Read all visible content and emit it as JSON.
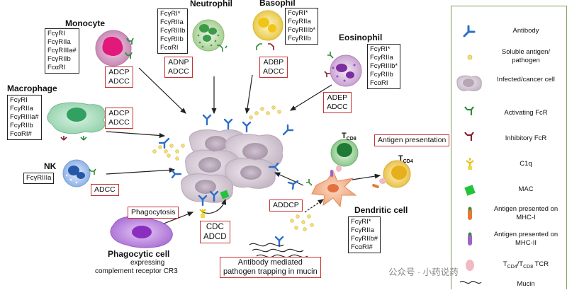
{
  "cells": {
    "monocyte": {
      "title": "Monocyte",
      "receptors": [
        "FcγRI",
        "FcγRIIa",
        "FcγRIIIa#",
        "FcγRIIb",
        "FcαRI"
      ],
      "functions": [
        "ADCP",
        "ADCC"
      ]
    },
    "neutrophil": {
      "title": "Neutrophil",
      "receptors": [
        "FcγRI*",
        "FcγRIIa",
        "FcγRIIIb",
        "FcγRIIb",
        "FcαRI"
      ],
      "functions": [
        "ADNP",
        "ADCC"
      ]
    },
    "basophil": {
      "title": "Basophil",
      "receptors": [
        "FcγRI*",
        "FcγRIIa",
        "FcγRIIIb*",
        "FcγRIIb"
      ],
      "functions": [
        "ADBP",
        "ADCC"
      ]
    },
    "eosinophil": {
      "title": "Eosinophil",
      "receptors": [
        "FcγRI*",
        "FcγRIIa",
        "FcγRIIIb*",
        "FcγRIIb",
        "FcαRI"
      ],
      "functions": [
        "ADEP",
        "ADCC"
      ]
    },
    "macrophage": {
      "title": "Macrophage",
      "receptors": [
        "FcγRI",
        "FcγRIIa",
        "FcγRIIIa#",
        "FcγRIIb",
        "FcαRI#"
      ],
      "functions": [
        "ADCP",
        "ADCC"
      ]
    },
    "nk": {
      "title": "NK",
      "receptors": [
        "FcγRIIIa"
      ],
      "functions": [
        "ADCC"
      ]
    },
    "dendritic": {
      "title": "Dendritic cell",
      "receptors": [
        "FcγRI*",
        "FcγRIIa",
        "FcγRIIb#",
        "FcαRI#"
      ],
      "functions": [
        "ADDCP"
      ]
    },
    "phagocytic": {
      "title": "Phagocytic cell",
      "subtitle_line1": "expressing",
      "subtitle_line2": "complement receptor CR3"
    }
  },
  "labels": {
    "phagocytosis": "Phagocytosis",
    "cdc": "CDC",
    "adcd": "ADCD",
    "antigen_presentation": "Antigen presentation",
    "mucin_line1": "Antibody mediated",
    "mucin_line2": "pathogen trapping in mucin",
    "tcd8_main": "T",
    "tcd8_sub": "CD8",
    "tcd4_main": "T",
    "tcd4_sub": "CD4"
  },
  "legend": {
    "items": [
      {
        "icon": "antibody-icon",
        "label": "Antibody"
      },
      {
        "icon": "soluble-antigen-icon",
        "label": "Soluble antigen/ pathogen"
      },
      {
        "icon": "infected-cancer-cell-icon",
        "label": "Infected/cancer cell"
      },
      {
        "icon": "activating-fcr-icon",
        "label": "Activating FcR"
      },
      {
        "icon": "inhibitory-fcr-icon",
        "label": "Inhibitory FcR"
      },
      {
        "icon": "c1q-icon",
        "label": "C1q"
      },
      {
        "icon": "mac-icon",
        "label": "MAC"
      },
      {
        "icon": "mhc1-antigen-icon",
        "label": "Antigen presented on MHC-I"
      },
      {
        "icon": "mhc2-antigen-icon",
        "label": "Antigen presented on MHC-II"
      },
      {
        "icon": "tcr-icon",
        "label_main": "T",
        "label_sub1": "CD4",
        "label_mid": "/T",
        "label_sub2": "CD8",
        "label_end": " TCR"
      },
      {
        "icon": "mucin-icon",
        "label": "Mucin"
      }
    ]
  },
  "watermark": "公众号 · 小药说药",
  "colors": {
    "red_box": "#c83232",
    "antibody": "#2a6fc9",
    "activating_fcr": "#2e8b3a",
    "inhibitory_fcr": "#8b1c2c",
    "tumor_cell": "#d6cdd6",
    "legend_border": "#7a9a54"
  }
}
